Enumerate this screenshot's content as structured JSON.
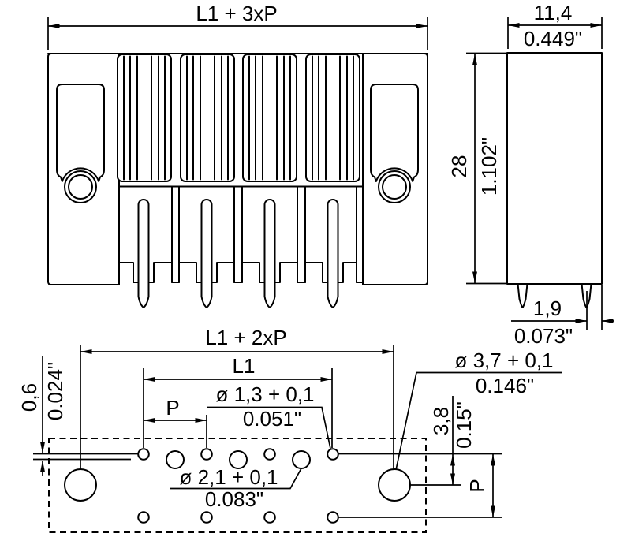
{
  "title": "Connector technical drawing",
  "front_view": {
    "span_label": "L1 + 3xP"
  },
  "side_view": {
    "width_mm": "11,4",
    "width_in": "0.449\"",
    "height_mm": "28",
    "height_in": "1.102\"",
    "pin_edge_mm": "1,9",
    "pin_edge_in": "0.073\""
  },
  "footprint": {
    "span_label": "L1 + 2xP",
    "l1_label": "L1",
    "pitch_label": "P",
    "pitch_vertical_label": "P",
    "row_offset_mm": "0,6",
    "row_offset_in": "0.024\"",
    "pin_hole_mm": "ø 1,3 + 0,1",
    "pin_hole_in": "0.051\"",
    "mid_hole_mm": "ø 2,1 + 0,1",
    "mid_hole_in": "0.083\"",
    "mount_hole_mm": "ø 3,7 + 0,1",
    "mount_hole_in": "0.146\"",
    "hole_distance_mm": "3,8",
    "hole_distance_in": "0.15\""
  },
  "colors": {
    "line": "#000000",
    "background": "#ffffff"
  }
}
